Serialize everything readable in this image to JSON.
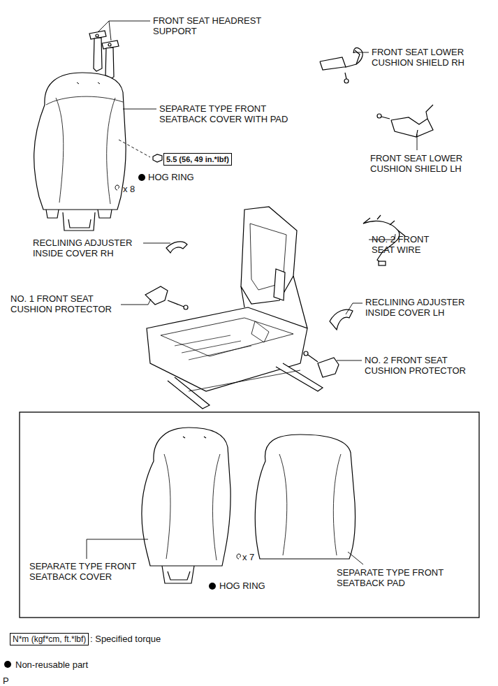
{
  "diagram": {
    "nodes": [
      {
        "text": [
          "5.5 (56, 49 in.*lbf)"
        ]
      },
      {
        "text": [
          "N*m (kgf*cm, ft.*lbf)"
        ]
      }
    ],
    "labels": [
      "FRONT SEAT HEADREST SUPPORT",
      "FRONT SEAT LOWER CUSHION SHIELD RH",
      "SEPARATE TYPE FRONT SEATBACK COVER WITH PAD",
      "FRONT SEAT LOWER CUSHION SHIELD LH",
      "x 8",
      "HOG RING",
      "RECLINING ADJUSTER INSIDE COVER RH",
      "NO. 2 FRONT SEAT WIRE",
      "NO. 1 FRONT SEAT CUSHION PROTECTOR",
      "RECLINING ADJUSTER INSIDE COVER LH",
      "NO. 2 FRONT SEAT CUSHION PROTECTOR",
      "SEPARATE TYPE FRONT SEATBACK COVER",
      "x 7",
      "HOG RING",
      "SEPARATE TYPE FRONT SEATBACK PAD",
      "P"
    ],
    "legend": [
      {
        "text": ": Specified torque"
      },
      {
        "text": "Non-reusable part"
      }
    ]
  }
}
